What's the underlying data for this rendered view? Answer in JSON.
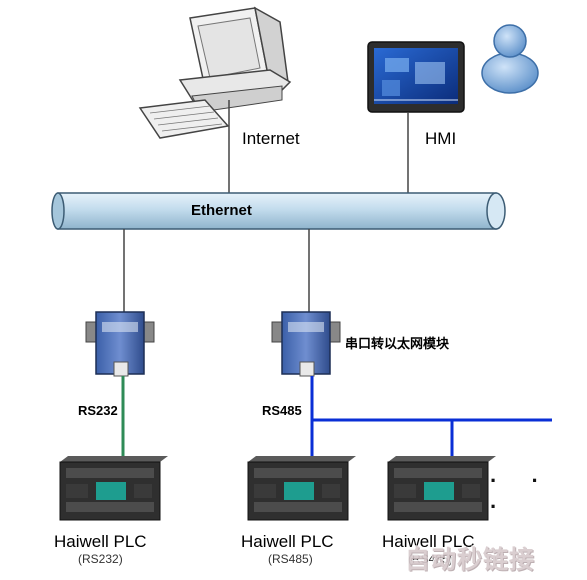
{
  "labels": {
    "internet": "Internet",
    "hmi": "HMI",
    "ethernet": "Ethernet",
    "converter": "串口转以太网模块",
    "rs232": "RS232",
    "rs485": "RS485"
  },
  "plcs": [
    {
      "name": "Haiwell PLC",
      "port": "(RS232)"
    },
    {
      "name": "Haiwell PLC",
      "port": "(RS485)"
    },
    {
      "name": "Haiwell PLC",
      "port": "(RS485)"
    }
  ],
  "continuation": "· · ·",
  "watermark": "自动秒链接",
  "colors": {
    "ethernet_bus": "#b9d7ea",
    "rs232_line": "#2e8b57",
    "rs485_line": "#0a2fd6",
    "plc_green": "#1e9d8f"
  },
  "icons": [
    "computer-icon",
    "hmi-panel-icon",
    "user-icon",
    "serial-converter-icon",
    "plc-icon"
  ]
}
